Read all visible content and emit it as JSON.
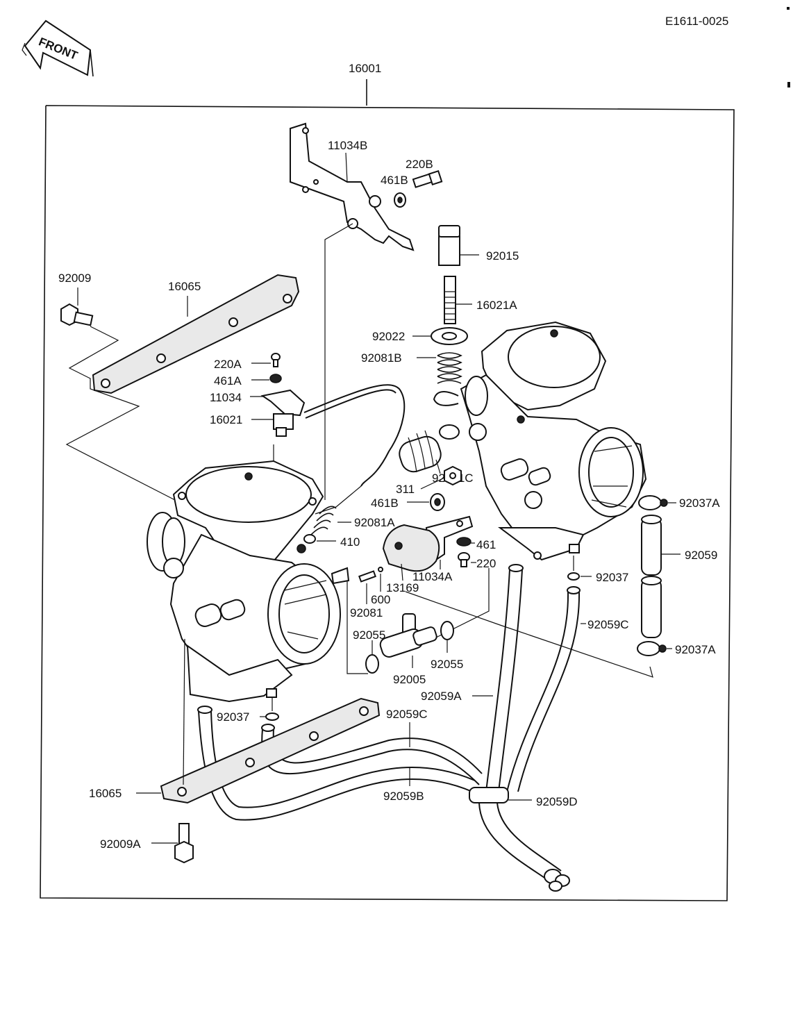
{
  "diagram_code": "E1611-0025",
  "front_label": "FRONT",
  "labels": {
    "p16001": "16001",
    "p11034B": "11034B",
    "p220B": "220B",
    "p461B_top": "461B",
    "p92015": "92015",
    "p92009": "92009",
    "p16065_top": "16065",
    "p16021A": "16021A",
    "p92022": "92022",
    "p92081B": "92081B",
    "p220A": "220A",
    "p461A": "461A",
    "p11034": "11034",
    "p16021": "16021",
    "p92081C": "92081C",
    "p311": "311",
    "p461B_mid": "461B",
    "p92037A_top": "92037A",
    "p92081A": "92081A",
    "p410": "410",
    "p461": "461",
    "p220": "220",
    "p92059": "92059",
    "p11034A": "11034A",
    "p92037_right": "92037",
    "p600": "600",
    "p13169": "13169",
    "p92081": "92081",
    "p92059C_right": "92059C",
    "p92055_left": "92055",
    "p92055_right": "92055",
    "p92037A_bot": "92037A",
    "p92005": "92005",
    "p92059A": "92059A",
    "p92037_left": "92037",
    "p92059C_mid": "92059C",
    "p16065_bot": "16065",
    "p92059B": "92059B",
    "p92059D": "92059D",
    "p92009A": "92009A"
  }
}
